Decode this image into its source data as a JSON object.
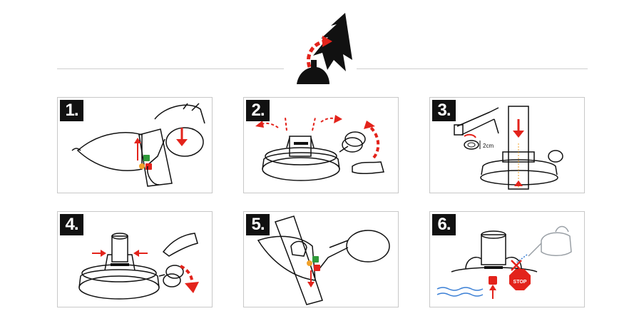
{
  "steps": [
    {
      "number": "1.",
      "illustration": "release-clamp-lever"
    },
    {
      "number": "2.",
      "illustration": "open-clamp-jaws"
    },
    {
      "number": "3.",
      "illustration": "insert-trunk"
    },
    {
      "number": "4.",
      "illustration": "close-clamp-jaws"
    },
    {
      "number": "5.",
      "illustration": "lock-clamp-lever"
    },
    {
      "number": "6.",
      "illustration": "fill-water-to-stop-mark"
    }
  ],
  "annotations": {
    "trunk_size": "2cm",
    "stop_sign": "STOP"
  },
  "colors": {
    "accent_red": "#e3231b",
    "ink": "#111111",
    "panel_border": "#c8c8c8",
    "water_blue": "#3a7fd5",
    "lock_green": "#2f9a3a",
    "lever_orange": "#f2a22a"
  }
}
